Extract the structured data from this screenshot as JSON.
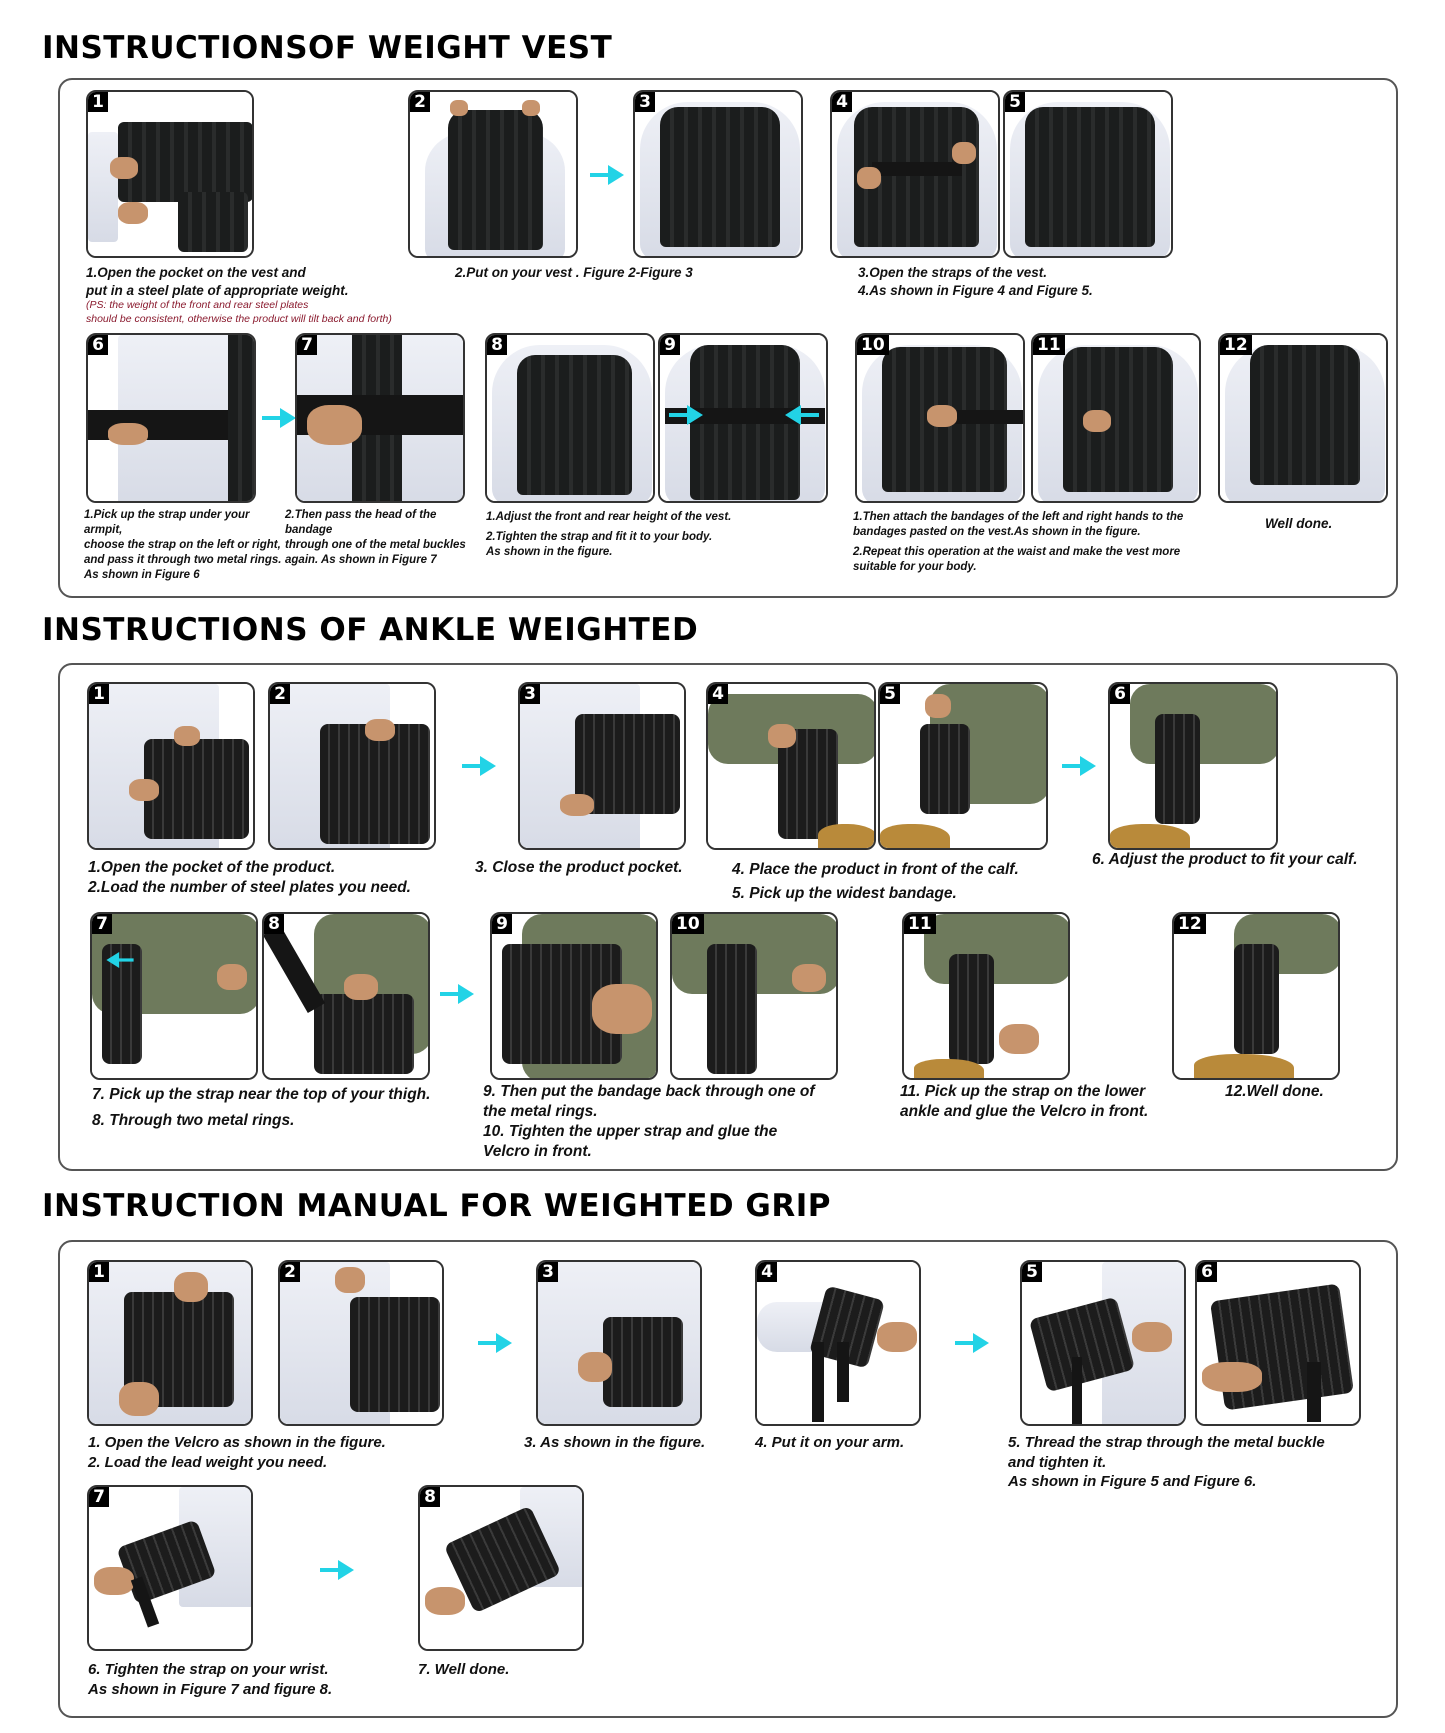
{
  "sections": {
    "vest": {
      "title": "INSTRUCTIONSOF WEIGHT VEST",
      "figures": [
        "1",
        "2",
        "3",
        "4",
        "5",
        "6",
        "7",
        "8",
        "9",
        "10",
        "11",
        "12"
      ],
      "captions": {
        "c1": {
          "line1": "1.Open the pocket on the vest and",
          "line2": "put in a steel plate of appropriate weight.",
          "note1": "(PS: the weight of the front and rear steel plates",
          "note2": "should be consistent, otherwise the product will tilt back and forth)"
        },
        "c2": {
          "line1": "2.Put on your vest . Figure 2-Figure 3"
        },
        "c3": {
          "line1": "3.Open the straps of the vest.",
          "line2": "4.As shown in Figure 4 and Figure 5."
        },
        "c6": {
          "line1": "1.Pick up the strap under your armpit,",
          "line2": "choose the strap on the left or right,",
          "line3": "and pass it through two metal rings.",
          "line4": "As shown in Figure 6"
        },
        "c7": {
          "line1": "2.Then pass the head of the bandage",
          "line2": "through one of the metal buckles",
          "line3": "again. As shown in Figure 7"
        },
        "c8": {
          "line1": "1.Adjust the front and rear height of the vest.",
          "line2": "2.Tighten the strap and fit it to your body.",
          "line3": "As shown in the figure."
        },
        "c10": {
          "line1": "1.Then attach the bandages of the left and right hands to the",
          "line2": "bandages pasted on the vest.As shown in the figure.",
          "line3": "2.Repeat this operation at the waist and make the vest more",
          "line4": "suitable for your body."
        },
        "c12": {
          "line1": "Well done."
        }
      }
    },
    "ankle": {
      "title": "INSTRUCTIONS OF ANKLE WEIGHTED",
      "figures": [
        "1",
        "2",
        "3",
        "4",
        "5",
        "6",
        "7",
        "8",
        "9",
        "10",
        "11",
        "12"
      ],
      "captions": {
        "c1": {
          "line1": "1.Open the pocket of the product.",
          "line2": "2.Load the number of steel plates you need."
        },
        "c3": {
          "line1": "3. Close the product pocket."
        },
        "c4": {
          "line1": "4. Place the product in front of the calf.",
          "line2": "5. Pick up the widest bandage."
        },
        "c6": {
          "line1": "6. Adjust the product to fit your calf."
        },
        "c7": {
          "line1": "7. Pick up the strap near the top of your thigh.",
          "line2": "8. Through two metal rings."
        },
        "c9": {
          "line1": "9. Then put the bandage back through one of",
          "line2": "the metal rings.",
          "line3": "10. Tighten the upper strap and glue the",
          "line4": "Velcro in front."
        },
        "c11": {
          "line1": "11. Pick up the strap on the lower",
          "line2": "ankle and glue the Velcro in front."
        },
        "c12": {
          "line1": "12.Well done."
        }
      }
    },
    "grip": {
      "title": "INSTRUCTION MANUAL FOR WEIGHTED GRIP",
      "figures": [
        "1",
        "2",
        "3",
        "4",
        "5",
        "6",
        "7",
        "8"
      ],
      "captions": {
        "c1": {
          "line1": "1. Open the Velcro as shown in the figure.",
          "line2": "2. Load the lead weight you need."
        },
        "c3": {
          "line1": "3. As shown in the figure."
        },
        "c4": {
          "line1": "4. Put it on your arm."
        },
        "c5": {
          "line1": "5. Thread the strap through the metal buckle",
          "line2": "and tighten it.",
          "line3": "As shown in Figure 5 and Figure 6."
        },
        "c7": {
          "line1": "6. Tighten the strap on your wrist.",
          "line2": "As shown in Figure 7 and figure 8."
        },
        "c8": {
          "line1": "7. Well done."
        }
      }
    }
  },
  "colors": {
    "arrow": "#22d3e6",
    "note": "#8a1a2e",
    "badge": "#000000"
  }
}
